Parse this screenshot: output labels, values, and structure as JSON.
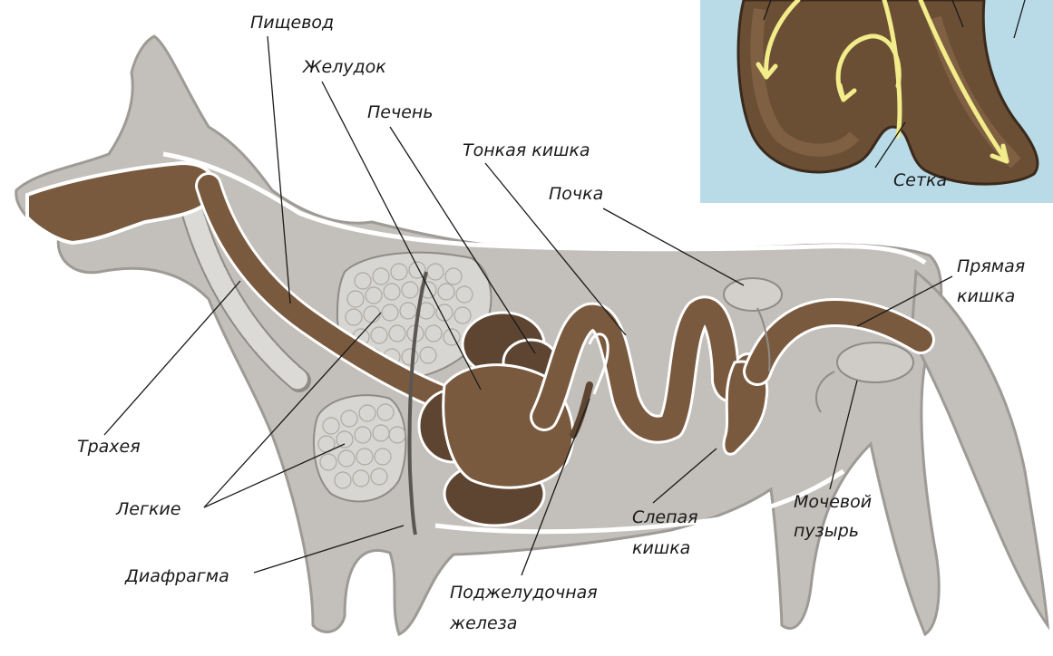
{
  "labels": {
    "esophagus": "Пищевод",
    "stomach": "Желудок",
    "liver": "Печень",
    "small_intestine": "Тонкая кишка",
    "kidney": "Почка",
    "rectum_1": "Прямая",
    "rectum_2": "кишка",
    "trachea": "Трахея",
    "lungs": "Легкие",
    "diaphragm": "Диафрагма",
    "cecum_1": "Слепая",
    "cecum_2": "кишка",
    "bladder_1": "Мочевой",
    "bladder_2": "пузырь",
    "pancreas_1": "Поджелудочная",
    "pancreas_2": "железа",
    "reticulum": "Сетка"
  },
  "colors": {
    "body": "#c3bfba",
    "body_outline": "#9e9a95",
    "gut": "#7a5a3e",
    "gut_dark": "#5e4531",
    "lung": "#d8d6d2",
    "inset_bg": "#b9dbe8",
    "inset_tissue": "#6b4f35",
    "arrow": "#f2ec8a"
  }
}
